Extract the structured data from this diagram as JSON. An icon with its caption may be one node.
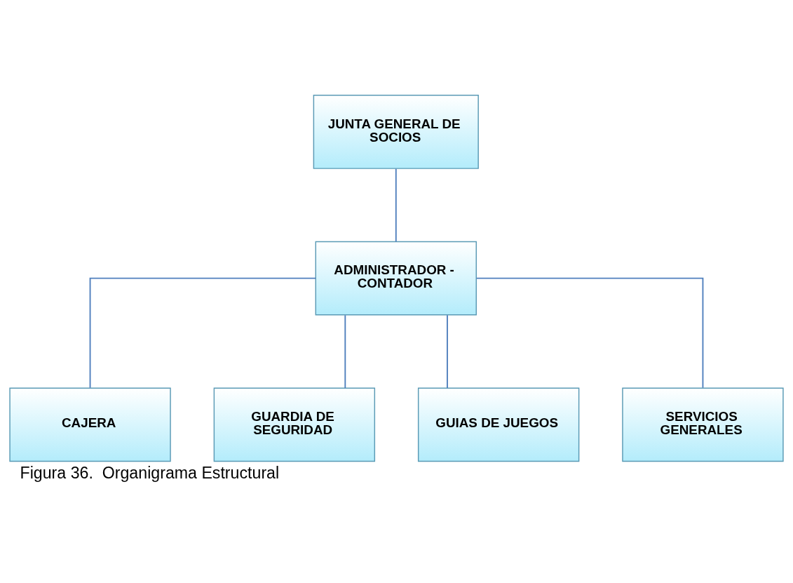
{
  "diagram": {
    "caption": "Figura 36.  Organigrama Estructural",
    "nodes": [
      {
        "text": [
          "JUNTA GENERAL DE SOCIOS"
        ]
      },
      {
        "text": [
          "ADMINISTRADOR - CONTADOR"
        ]
      },
      {
        "text": [
          "CAJERA"
        ]
      },
      {
        "text": [
          "GUARDIA DE SEGURIDAD"
        ]
      },
      {
        "text": [
          "GUIAS DE JUEGOS"
        ]
      },
      {
        "text": [
          "SERVICIOS GENERALES"
        ]
      }
    ],
    "edges": [
      {
        "from": 0,
        "to": 1,
        "arrow": "none"
      },
      {
        "from": 1,
        "to": 2,
        "arrow": "none"
      },
      {
        "from": 1,
        "to": 3,
        "arrow": "none"
      },
      {
        "from": 1,
        "to": 4,
        "arrow": "none"
      },
      {
        "from": 1,
        "to": 5,
        "arrow": "none"
      }
    ]
  }
}
